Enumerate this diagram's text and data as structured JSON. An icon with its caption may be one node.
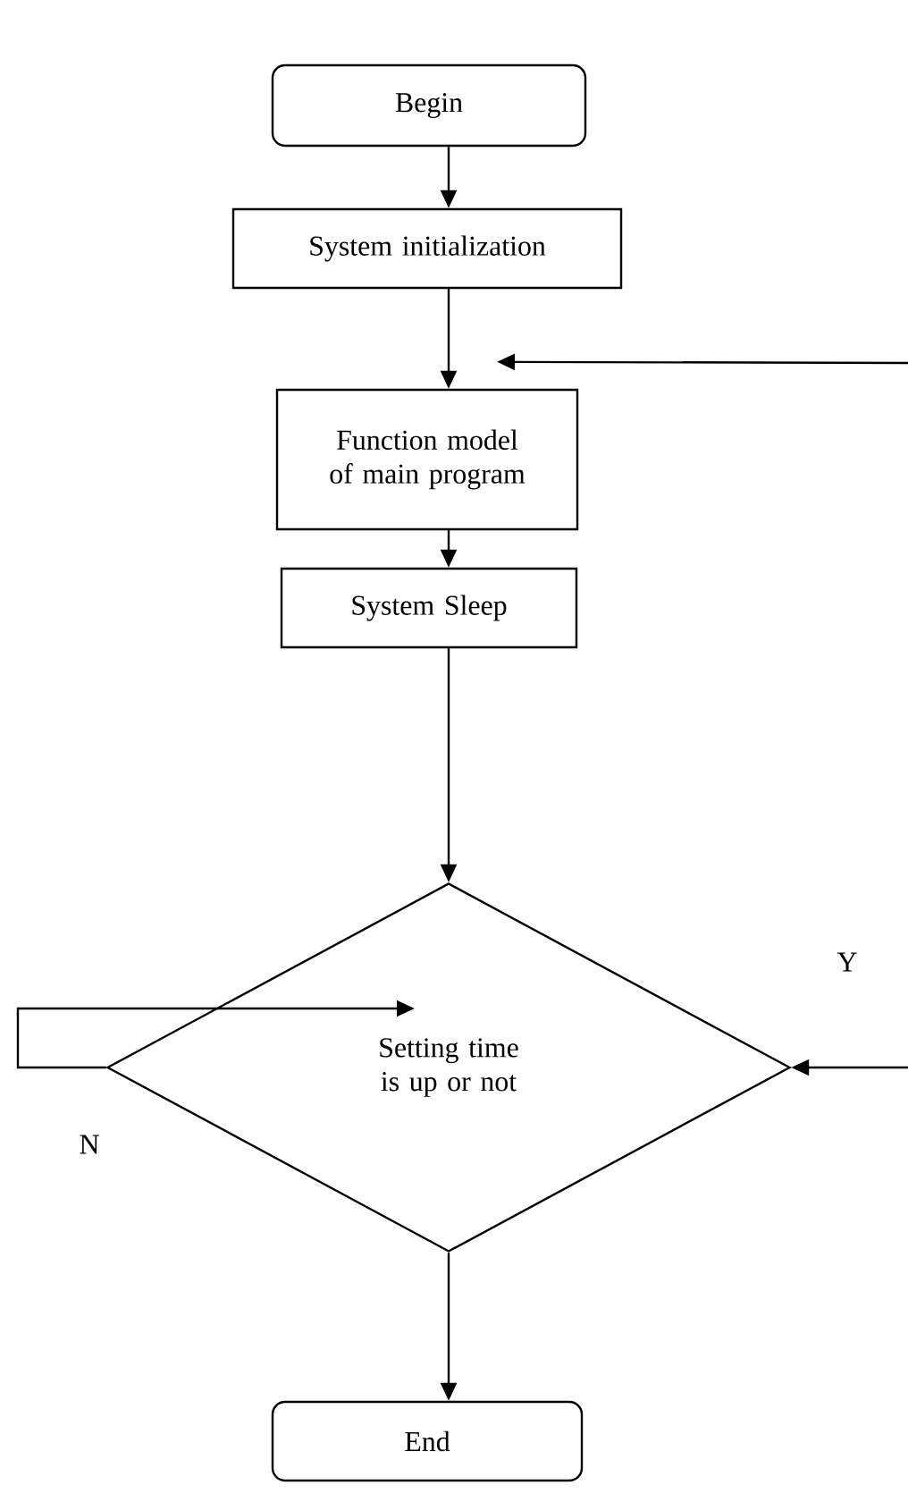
{
  "diagram": {
    "nodes": [
      {
        "text": [
          "Begin"
        ]
      },
      {
        "text": [
          "System initialization"
        ]
      },
      {
        "text": [
          "Function model of main program"
        ]
      },
      {
        "text": [
          "System Sleep"
        ]
      },
      {
        "text": [
          "Setting time is up or not"
        ]
      },
      {
        "text": [
          "End"
        ]
      }
    ],
    "edges": [
      {
        "from": 0,
        "to": 1,
        "arrow": "to"
      },
      {
        "from": 1,
        "to": 2,
        "arrow": "to"
      },
      {
        "from": 2,
        "to": 3,
        "arrow": "to"
      },
      {
        "from": 3,
        "to": 4,
        "arrow": "to"
      },
      {
        "from": 4,
        "to": 5,
        "arrow": "to"
      },
      {
        "from": null,
        "to": 2,
        "arrow": "to"
      },
      {
        "from": null,
        "to": 4,
        "arrow": "to",
        "label": "Y"
      },
      {
        "from": 4,
        "to": 4,
        "arrow": "to",
        "label": "N"
      }
    ]
  }
}
